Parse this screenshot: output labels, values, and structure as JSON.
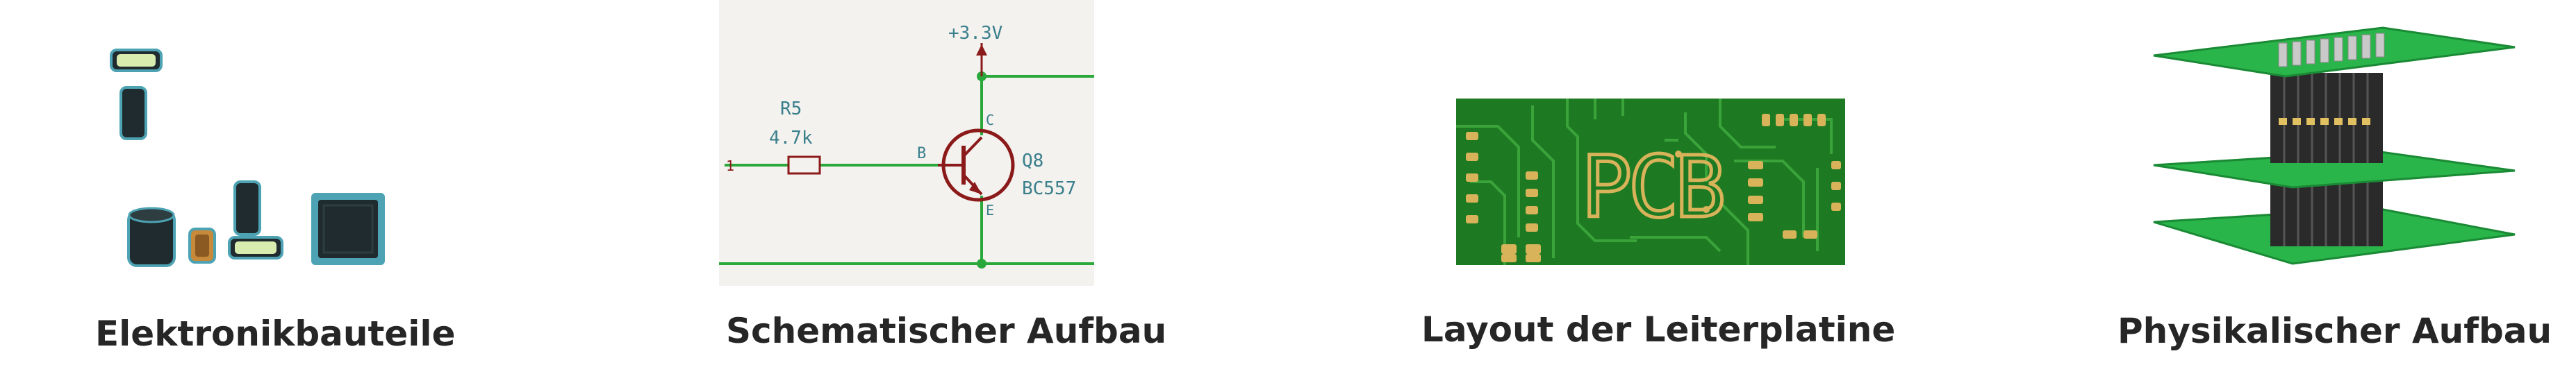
{
  "panels": [
    {
      "caption": "Elektronikbauteile"
    },
    {
      "caption": "Schematischer Aufbau"
    },
    {
      "caption": "Layout der Leiterplatine"
    },
    {
      "caption": "Physikalischer Aufbau"
    }
  ],
  "schematic": {
    "supply_label": "+3.3V",
    "resistor_ref": "R5",
    "resistor_value": "4.7k",
    "transistor_ref": "Q8",
    "transistor_part": "BC557",
    "pin_base": "B",
    "pin_collector": "C",
    "pin_emitter": "E",
    "net_label": "1"
  },
  "pcb": {
    "board_text": "PCB"
  },
  "colors": {
    "component_body": "#1f2b2e",
    "component_outline": "#4da3b3",
    "component_highlight": "#d9ecb0",
    "schematic_wire": "#2aa83c",
    "schematic_symbol": "#8b1a1a",
    "schematic_text": "#3a7f8c",
    "pcb_board": "#1e7a22",
    "pcb_trace": "#3aa43a",
    "pcb_pad": "#d8b35a",
    "layer_green": "#2ab54a"
  }
}
